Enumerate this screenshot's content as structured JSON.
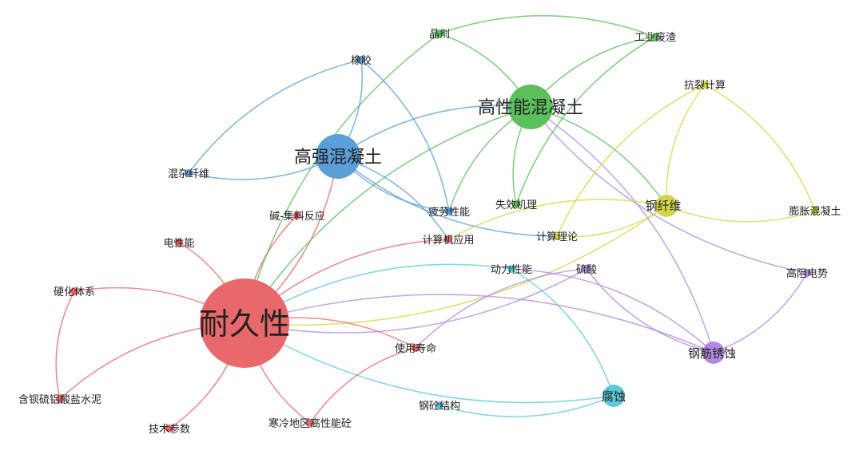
{
  "colors": {
    "red": "#e8686b",
    "blue": "#5b9fd8",
    "green": "#5bbf5b",
    "yellow": "#d4d44a",
    "cyan": "#5cc8d8",
    "purple": "#b08ae0"
  },
  "nodes": [
    {
      "id": "naijiuxing",
      "label": "耐久性",
      "group": "red",
      "size": "xl"
    },
    {
      "id": "gaoqiang",
      "label": "高强混凝土",
      "group": "blue",
      "size": "l"
    },
    {
      "id": "gaoxingneng",
      "label": "高性能混凝土",
      "group": "green",
      "size": "l"
    },
    {
      "id": "gangxianwei",
      "label": "钢纤维",
      "group": "yellow",
      "size": "m"
    },
    {
      "id": "gangjinxiushi",
      "label": "钢筋锈蚀",
      "group": "purple",
      "size": "m"
    },
    {
      "id": "fushi",
      "label": "腐蚀",
      "group": "cyan",
      "size": "m"
    },
    {
      "id": "xiangpi",
      "label": "橡胶",
      "group": "blue",
      "size": "s"
    },
    {
      "id": "hunhexianwei",
      "label": "混杂纤维",
      "group": "blue",
      "size": "s"
    },
    {
      "id": "pilaoxingneng",
      "label": "疲劳性能",
      "group": "blue",
      "size": "s"
    },
    {
      "id": "jingkuang",
      "label": "晶剂",
      "group": "green",
      "size": "s"
    },
    {
      "id": "gongyefeiqi",
      "label": "工业废渣",
      "group": "green",
      "size": "s"
    },
    {
      "id": "shixiaojili",
      "label": "失效机理",
      "group": "green",
      "size": "s"
    },
    {
      "id": "kangliejisuan",
      "label": "抗裂计算",
      "group": "yellow",
      "size": "s"
    },
    {
      "id": "pengzhang",
      "label": "膨胀混凝土",
      "group": "yellow",
      "size": "s"
    },
    {
      "id": "jisuanlilun",
      "label": "计算理论",
      "group": "yellow",
      "size": "s"
    },
    {
      "id": "jianjifanying",
      "label": "碱-集料反应",
      "group": "red",
      "size": "s"
    },
    {
      "id": "dianxingneng",
      "label": "电性能",
      "group": "red",
      "size": "s"
    },
    {
      "id": "jisuanji",
      "label": "计算机应用",
      "group": "red",
      "size": "s"
    },
    {
      "id": "yinghuatixi",
      "label": "硬化体系",
      "group": "red",
      "size": "s"
    },
    {
      "id": "shiyongshouming",
      "label": "使用寿命",
      "group": "red",
      "size": "s"
    },
    {
      "id": "hanlvhuawu",
      "label": "含钡硫铝酸盐水泥",
      "group": "red",
      "size": "s"
    },
    {
      "id": "jishucanshu",
      "label": "技术参数",
      "group": "red",
      "size": "s"
    },
    {
      "id": "hanleng",
      "label": "寒冷地区高性能砼",
      "group": "red",
      "size": "s"
    },
    {
      "id": "donglixingneng",
      "label": "动力性能",
      "group": "cyan",
      "size": "s"
    },
    {
      "id": "gangjiegou",
      "label": "钢砼结构",
      "group": "cyan",
      "size": "s"
    },
    {
      "id": "liulin",
      "label": "硫酸",
      "group": "purple",
      "size": "s"
    },
    {
      "id": "gaodianwei",
      "label": "高阻电势",
      "group": "purple",
      "size": "s"
    }
  ],
  "edges": [
    [
      "naijiuxing",
      "gaoqiang",
      "red"
    ],
    [
      "naijiuxing",
      "gaoxingneng",
      "green"
    ],
    [
      "naijiuxing",
      "gangxianwei",
      "yellow"
    ],
    [
      "naijiuxing",
      "gangjinxiushi",
      "purple"
    ],
    [
      "naijiuxing",
      "fushi",
      "cyan"
    ],
    [
      "naijiuxing",
      "jianjifanying",
      "red"
    ],
    [
      "naijiuxing",
      "dianxingneng",
      "red"
    ],
    [
      "naijiuxing",
      "jisuanji",
      "red"
    ],
    [
      "naijiuxing",
      "yinghuatixi",
      "red"
    ],
    [
      "naijiuxing",
      "shiyongshouming",
      "red"
    ],
    [
      "naijiuxing",
      "hanlvhuawu",
      "red"
    ],
    [
      "naijiuxing",
      "jishucanshu",
      "red"
    ],
    [
      "naijiuxing",
      "hanleng",
      "red"
    ],
    [
      "naijiuxing",
      "donglixingneng",
      "cyan"
    ],
    [
      "naijiuxing",
      "liulin",
      "purple"
    ],
    [
      "naijiuxing",
      "jingkuang",
      "green"
    ],
    [
      "yinghuatixi",
      "hanlvhuawu",
      "red"
    ],
    [
      "hanleng",
      "shiyongshouming",
      "red"
    ],
    [
      "gaoqiang",
      "xiangpi",
      "blue"
    ],
    [
      "gaoqiang",
      "hunhexianwei",
      "blue"
    ],
    [
      "gaoqiang",
      "pilaoxingneng",
      "blue"
    ],
    [
      "gaoqiang",
      "gaoxingneng",
      "blue"
    ],
    [
      "gaoqiang",
      "jisuanlilun",
      "blue"
    ],
    [
      "gaoqiang",
      "jisuanji",
      "blue"
    ],
    [
      "xiangpi",
      "hunhexianwei",
      "blue"
    ],
    [
      "xiangpi",
      "pilaoxingneng",
      "blue"
    ],
    [
      "gaoxingneng",
      "jingkuang",
      "green"
    ],
    [
      "gaoxingneng",
      "gongyefeiqi",
      "green"
    ],
    [
      "gaoxingneng",
      "shixiaojili",
      "green"
    ],
    [
      "gaoxingneng",
      "gangxianwei",
      "green"
    ],
    [
      "gaoxingneng",
      "gaodianwei",
      "purple"
    ],
    [
      "gaoxingneng",
      "gangjinxiushi",
      "purple"
    ],
    [
      "gaoxingneng",
      "pilaoxingneng",
      "green"
    ],
    [
      "jingkuang",
      "gongyefeiqi",
      "green"
    ],
    [
      "gongyefeiqi",
      "shixiaojili",
      "green"
    ],
    [
      "gangxianwei",
      "kangliejisuan",
      "yellow"
    ],
    [
      "gangxianwei",
      "pengzhang",
      "yellow"
    ],
    [
      "gangxianwei",
      "jisuanlilun",
      "yellow"
    ],
    [
      "gangxianwei",
      "jisuanji",
      "yellow"
    ],
    [
      "kangliejisuan",
      "pengzhang",
      "yellow"
    ],
    [
      "kangliejisuan",
      "jisuanlilun",
      "yellow"
    ],
    [
      "donglixingneng",
      "fushi",
      "cyan"
    ],
    [
      "gangjiegou",
      "fushi",
      "cyan"
    ],
    [
      "donglixingneng",
      "gangjinxiushi",
      "purple"
    ],
    [
      "liulin",
      "gangjinxiushi",
      "purple"
    ],
    [
      "gaodianwei",
      "gangjinxiushi",
      "purple"
    ],
    [
      "liulin",
      "shiyongshouming",
      "purple"
    ]
  ]
}
